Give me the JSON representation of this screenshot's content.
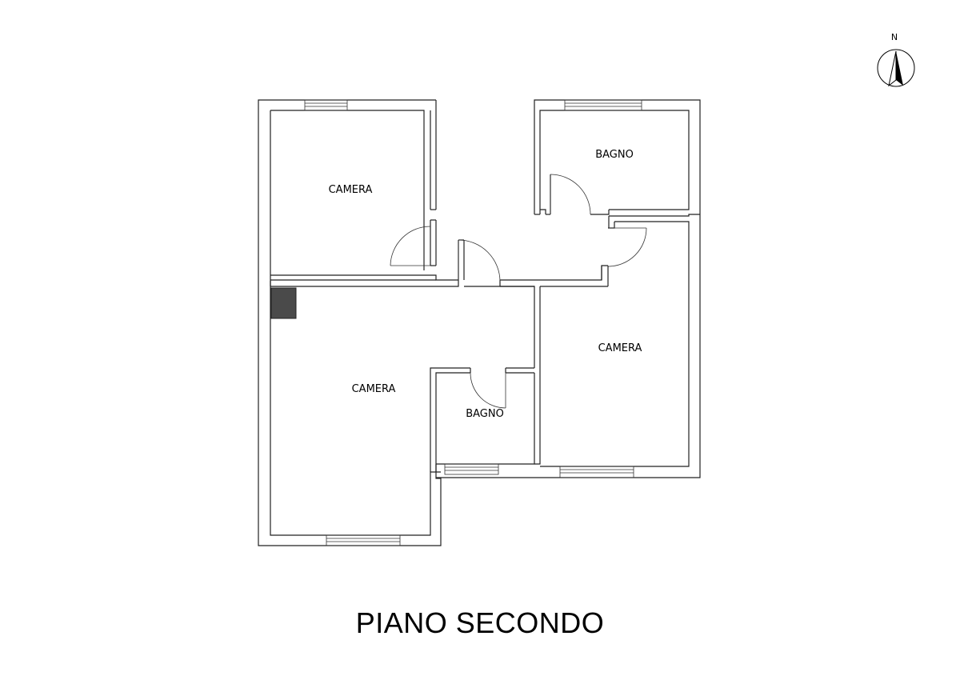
{
  "rooms": {
    "camera_top_left": "CAMERA",
    "camera_bottom_left": "CAMERA",
    "camera_right": "CAMERA",
    "bagno_top_right": "BAGNO",
    "bagno_center": "BAGNO"
  },
  "compass": {
    "letter": "N"
  },
  "title": "PIANO SECONDO",
  "colors": {
    "walls": "#222222",
    "chimney": "#4a4a4a"
  }
}
